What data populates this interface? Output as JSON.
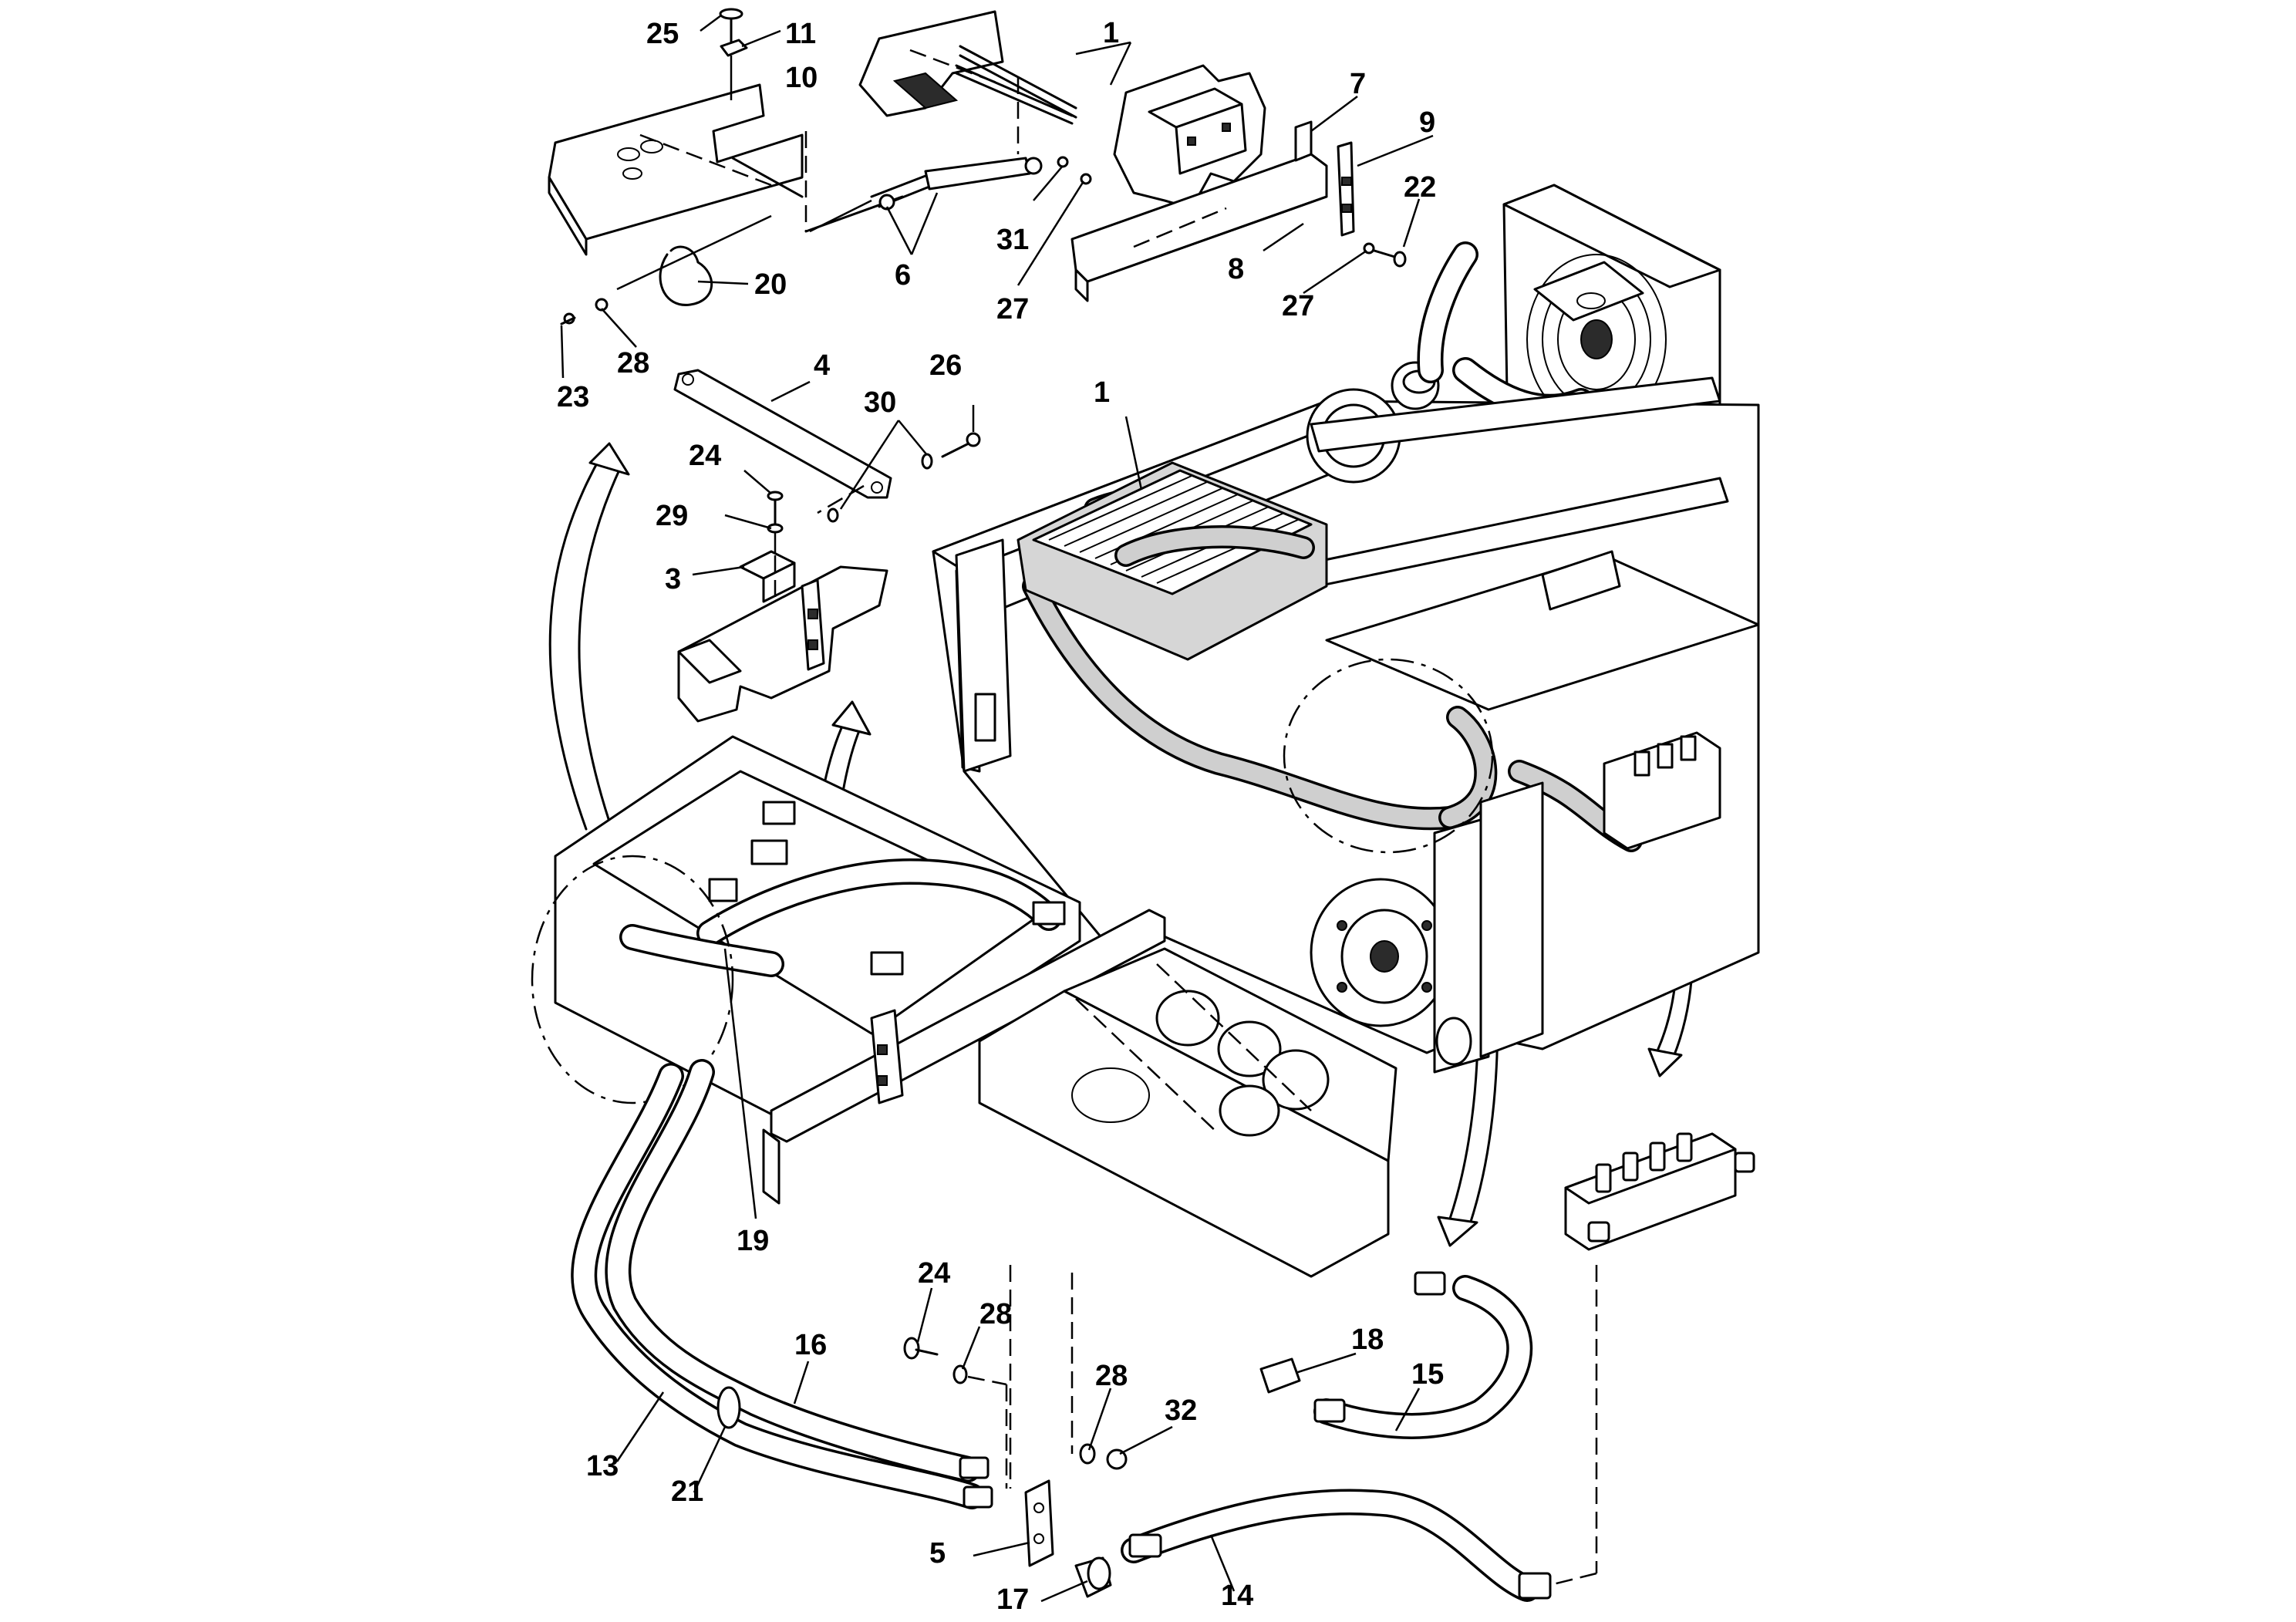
{
  "callouts": {
    "c25": "25",
    "c11": "11",
    "c10": "10",
    "c1a": "1",
    "c7": "7",
    "c9": "9",
    "c22": "22",
    "c31": "31",
    "c6": "6",
    "c8": "8",
    "c27a": "27",
    "c27b": "27",
    "c20": "20",
    "c23": "23",
    "c28a": "28",
    "c4": "4",
    "c26": "26",
    "c30": "30",
    "c1b": "1",
    "c24a": "24",
    "c29": "29",
    "c3": "3",
    "c19": "19",
    "c24b": "24",
    "c28b": "28",
    "c16": "16",
    "c18": "18",
    "c15": "15",
    "c28c": "28",
    "c32": "32",
    "c13": "13",
    "c21": "21",
    "c5": "5",
    "c17": "17",
    "c14": "14"
  },
  "icons": {
    "flow_arrow": "curved-arrow-icon",
    "detail_circle": "detail-circle-icon"
  }
}
